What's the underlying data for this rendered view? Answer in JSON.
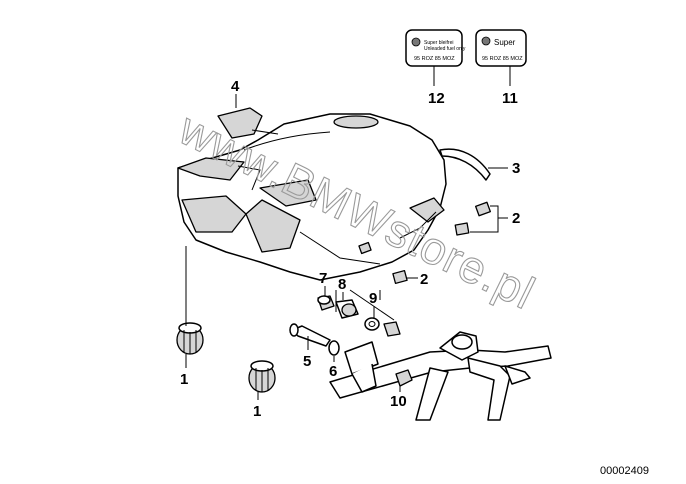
{
  "diagram": {
    "reference_number": "00002409",
    "watermark": "www.BMWstore.pl",
    "labels": {
      "label_12": {
        "line1": "Super bleifrei",
        "line2": "Unleaded fuel only",
        "line3": "95 ROZ 85 MOZ"
      },
      "label_11": {
        "line1": "Super",
        "line2": "95 ROZ 85 MOZ"
      }
    },
    "callouts": {
      "c1a": "1",
      "c1b": "1",
      "c2a": "2",
      "c2b": "2",
      "c3": "3",
      "c4": "4",
      "c5": "5",
      "c6": "6",
      "c7": "7",
      "c8": "8",
      "c9": "9",
      "c10": "10",
      "c11": "11",
      "c12": "12"
    }
  }
}
